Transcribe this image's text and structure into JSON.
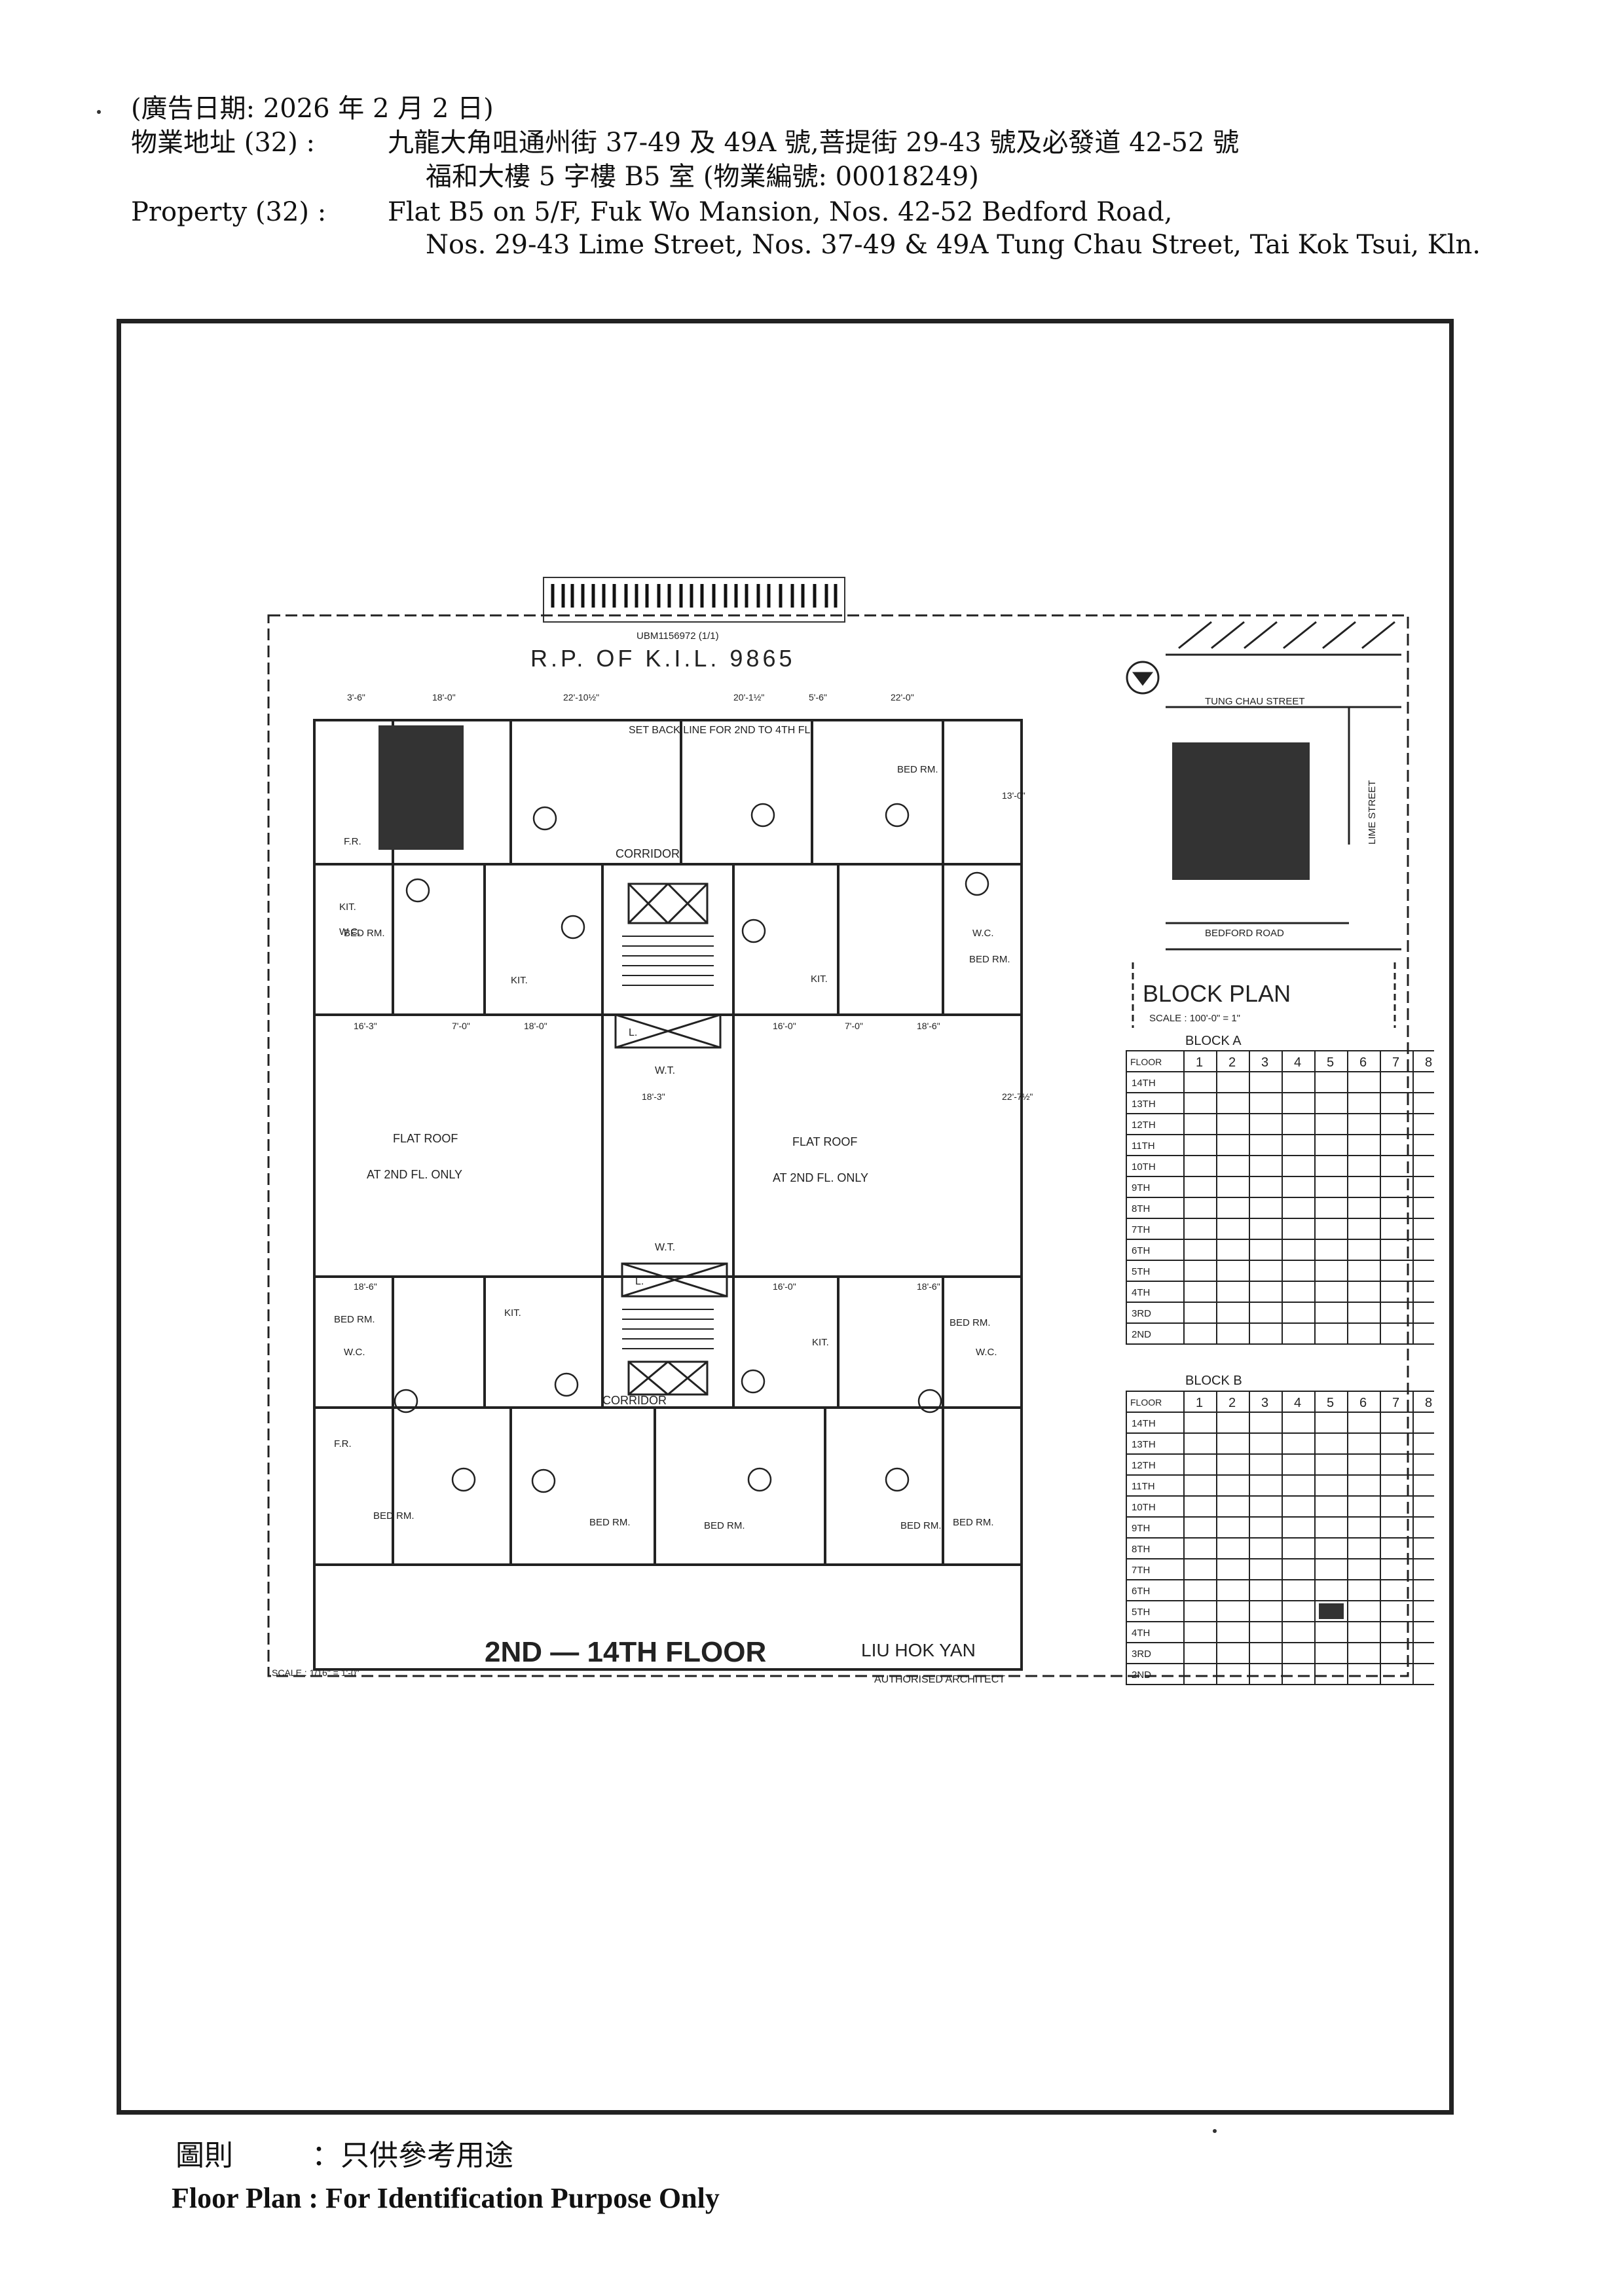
{
  "header": {
    "ad_date": "(廣告日期: 2026 年 2 月 2 日)",
    "address_label_cn": "物業地址 (32) :",
    "address_line1_cn": "九龍大角咀通州街 37-49 及 49A 號,菩提街 29-43 號及必發道 42-52 號",
    "address_line2_cn": "福和大樓 5 字樓 B5 室 (物業編號: 00018249)",
    "property_label_en": "Property  (32) :",
    "property_line1_en": "Flat B5 on 5/F, Fuk Wo Mansion, Nos. 42-52 Bedford Road,",
    "property_line2_en": "Nos. 29-43 Lime Street, Nos. 37-49 & 49A Tung Chau Street, Tai Kok Tsui, Kln."
  },
  "plan": {
    "barcode_text": "UBM1156972 (1/1)",
    "lot_title": "R.P. OF K.I.L. 9865",
    "setback_note": "SET BACK LINE FOR 2ND TO 4TH FL.",
    "corridor": "CORRIDOR",
    "flat_roof": "FLAT    ROOF",
    "flat_roof_note": "AT  2ND  FL. ONLY",
    "bed_rm": "BED RM.",
    "kit": "KIT.",
    "wc": "W.C.",
    "fr": "F.R.",
    "lift": "L.",
    "wt": "W.T.",
    "floor_title": "2ND — 14TH FLOOR",
    "architect_name": "LIU HOK YAN",
    "architect_title": "AUTHORISED ARCHITECT",
    "scale_floor": "SCALE : 1/16\" = 1'-0\"",
    "tung_chau_street": "TUNG CHAU STREET",
    "lime_street": "LIME STREET",
    "bedford_road": "BEDFORD ROAD",
    "block_plan_title": "BLOCK PLAN",
    "block_plan_scale": "SCALE : 100'-0\" = 1\"",
    "block_a": "BLOCK A",
    "block_b": "BLOCK B",
    "floor_col": "FLOOR",
    "flat_numbers": [
      "1",
      "2",
      "3",
      "4",
      "5",
      "6",
      "7",
      "8"
    ],
    "floors": [
      "14TH",
      "13TH",
      "12TH",
      "11TH",
      "10TH",
      "9TH",
      "8TH",
      "7TH",
      "6TH",
      "5TH",
      "4TH",
      "3RD",
      "2ND"
    ],
    "dims": {
      "d1": "3'-6\"",
      "d2": "18'-0\"",
      "d3": "22'-10½\"",
      "d4": "20'-1½\"",
      "d5": "5'-6\"",
      "d6": "22'-0\"",
      "d7": "16'-3\"",
      "d8": "7'-0\"",
      "d9": "18'-0\"",
      "d10": "16'-0\"",
      "d11": "7'-0\"",
      "d12": "18'-6\"",
      "d13": "18'-3\"",
      "d14": "22'-7½\"",
      "d15": "13'-0\"",
      "d16": "18'-6\"",
      "d17": "18'-6\"",
      "d18": "16'-0\""
    }
  },
  "footer": {
    "cn_label": "圖則",
    "cn_text": "：只供參考用途",
    "en_text": "Floor Plan : For Identification Purpose Only"
  },
  "colors": {
    "ink": "#111111",
    "frame": "#222222",
    "hatch": "#333333"
  }
}
